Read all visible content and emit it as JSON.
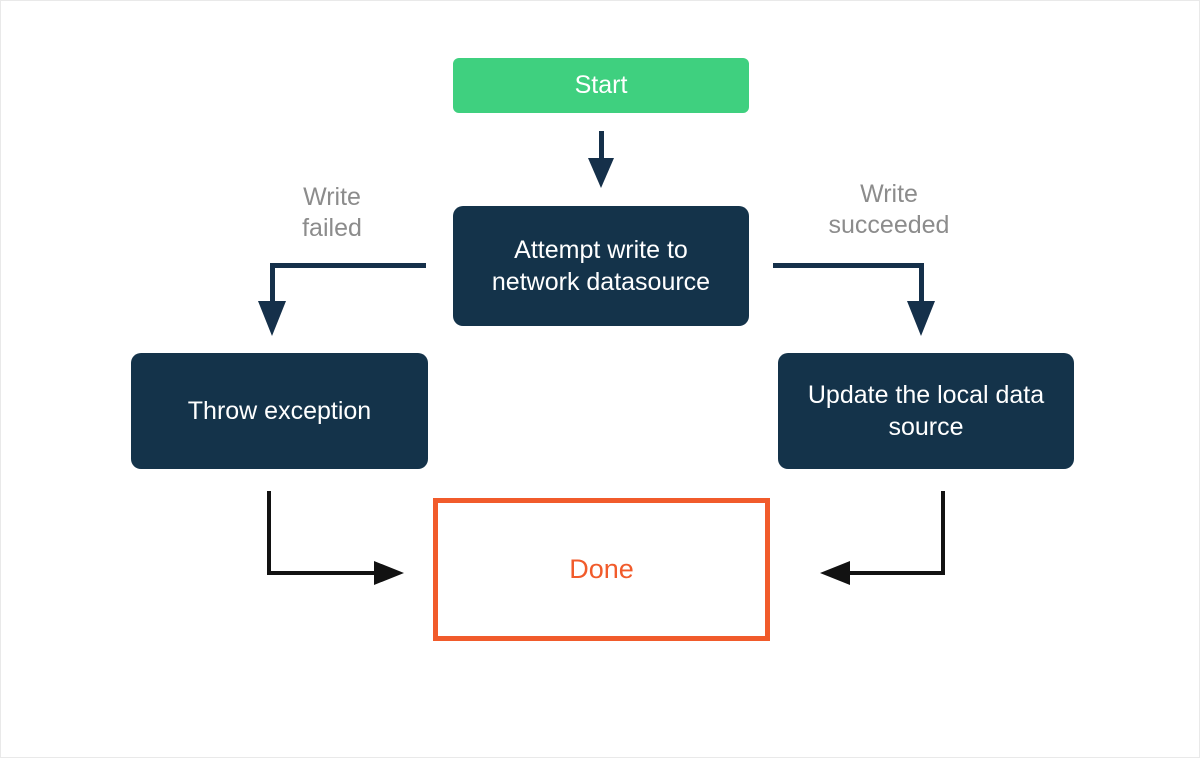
{
  "diagram": {
    "type": "flowchart",
    "nodes": {
      "start": {
        "label": "Start",
        "shape": "rounded-rect",
        "role": "start-terminal"
      },
      "attempt": {
        "label": "Attempt write to network datasource",
        "shape": "rounded-rect",
        "role": "process"
      },
      "throw_exception": {
        "label": "Throw exception",
        "shape": "rounded-rect",
        "role": "process"
      },
      "update_local": {
        "label": "Update the local data source",
        "shape": "rounded-rect",
        "role": "process"
      },
      "done": {
        "label": "Done",
        "shape": "rect-outline",
        "role": "end-terminal"
      }
    },
    "edge_labels": {
      "write_failed": {
        "label": "Write failed"
      },
      "write_succeeded": {
        "label": "Write succeeded"
      }
    },
    "edges": [
      {
        "from": "start",
        "to": "attempt"
      },
      {
        "from": "attempt",
        "to": "throw_exception",
        "label": "Write failed"
      },
      {
        "from": "attempt",
        "to": "update_local",
        "label": "Write succeeded"
      },
      {
        "from": "throw_exception",
        "to": "done"
      },
      {
        "from": "update_local",
        "to": "done"
      }
    ],
    "colors": {
      "start_fill": "#3FD07F",
      "process_fill": "#14334A",
      "process_text": "#FFFFFF",
      "done_border": "#F15B2B",
      "done_text": "#F15B2B",
      "edge_label_text": "#8C8C8C",
      "connector_dark": "#15304A",
      "connector_black": "#121212",
      "canvas_bg": "#FFFFFF"
    }
  }
}
